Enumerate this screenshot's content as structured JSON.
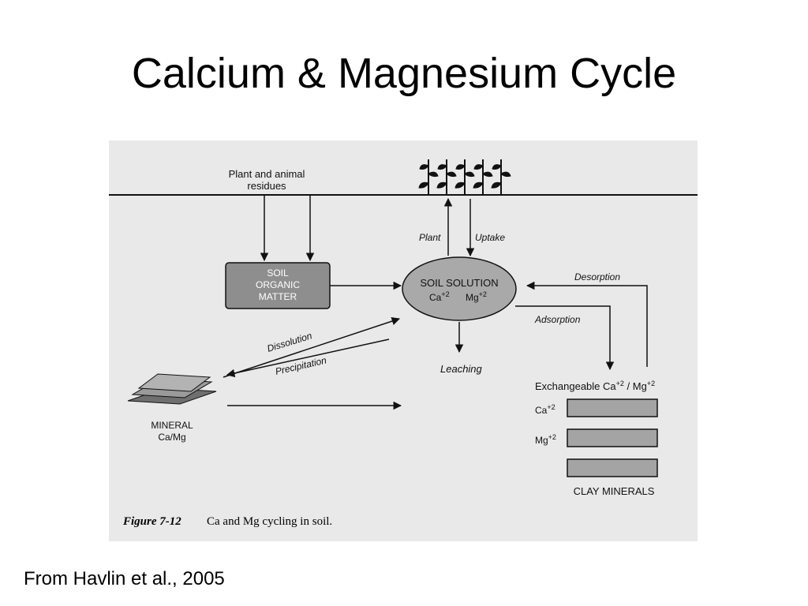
{
  "slide": {
    "title": "Calcium & Magnesium Cycle",
    "source": "From Havlin et al., 2005"
  },
  "figure": {
    "labels": {
      "plant_residues_1": "Plant and animal",
      "plant_residues_2": "residues",
      "plant": "Plant",
      "uptake": "Uptake",
      "som_1": "SOIL",
      "som_2": "ORGANIC",
      "som_3": "MATTER",
      "soil_solution": "SOIL SOLUTION",
      "ca": "Ca",
      "mg": "Mg",
      "charge": "+2",
      "desorption": "Desorption",
      "adsorption": "Adsorption",
      "dissolution": "Dissolution",
      "precipitation": "Precipitation",
      "leaching": "Leaching",
      "mineral_1": "MINERAL",
      "mineral_2": "Ca/Mg",
      "exchangeable": "Exchangeable Ca",
      "exchangeable_sep": " / Mg",
      "clay_minerals": "CLAY MINERALS",
      "caption_fig": "Figure 7-12",
      "caption_text": "Ca and Mg cycling in soil."
    },
    "colors": {
      "background": "#e9e9e9",
      "box_fill": "#8e8e8e",
      "ellipse_fill": "#a9a9a9",
      "bar_fill": "#a4a4a4",
      "line": "#111111"
    }
  }
}
